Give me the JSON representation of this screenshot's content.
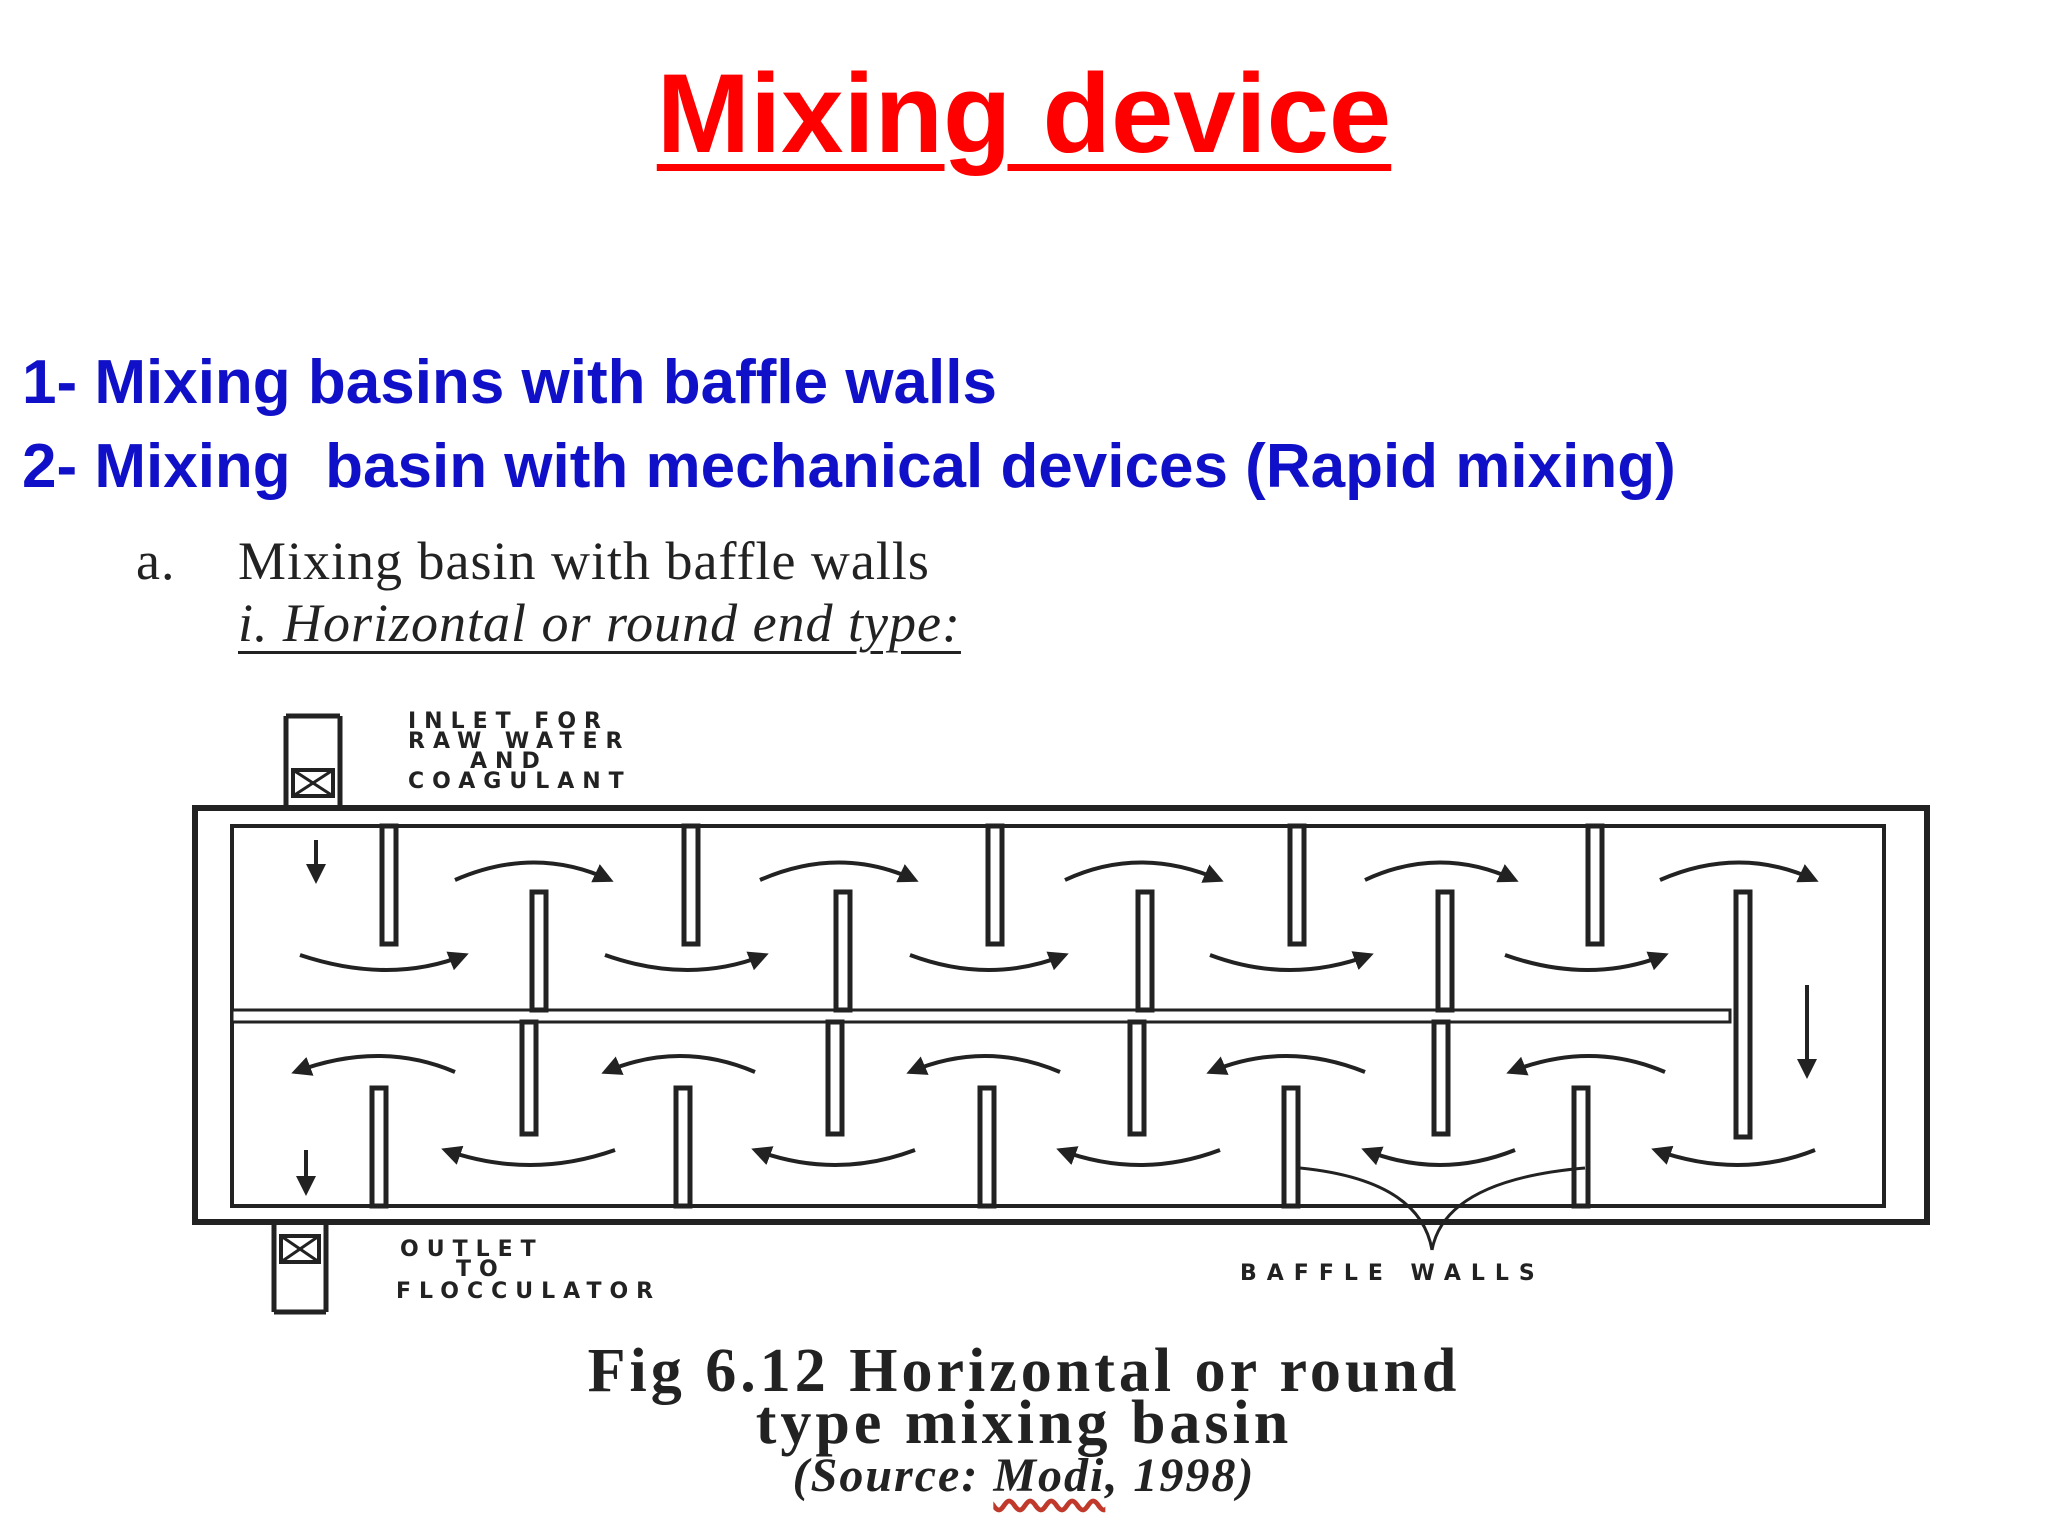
{
  "slide": {
    "title": "Mixing device",
    "items": [
      "1- Mixing basins with baffle walls",
      "2- Mixing  basin with mechanical devices (Rapid mixing)"
    ]
  },
  "figure": {
    "section_letter": "a.",
    "section_title": "Mixing basin with baffle walls",
    "subsection": "i. Horizontal or round end type:",
    "labels": {
      "inlet": [
        "INLET FOR",
        "RAW WATER",
        "AND",
        "COAGULANT"
      ],
      "outlet": [
        "OUTLET",
        "TO",
        "FLOCCULATOR"
      ],
      "baffle": "BAFFLE WALLS"
    },
    "caption": {
      "line1": "Fig 6.12 Horizontal or round",
      "line2": "type mixing basin",
      "source_prefix": "(Source: ",
      "source_author": "Modi",
      "source_suffix": ", 1998)"
    }
  },
  "colors": {
    "title": "#ff0000",
    "items": "#1010c8",
    "ink": "#222222"
  }
}
